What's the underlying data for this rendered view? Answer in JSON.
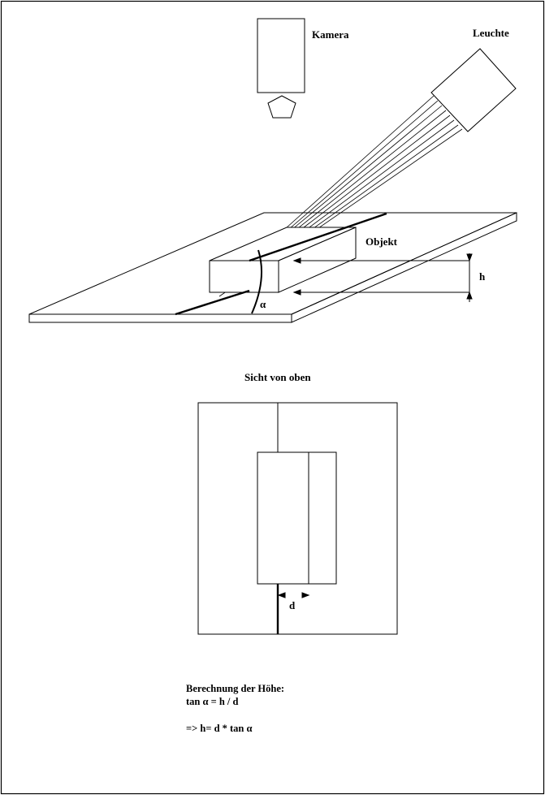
{
  "labels": {
    "kamera": "Kamera",
    "leuchte": "Leuchte",
    "objekt": "Objekt",
    "h": "h",
    "alpha": "α",
    "sicht_von_oben": "Sicht von oben",
    "d": "d"
  },
  "formula": {
    "title": "Berechnung der Höhe:",
    "line1": "tan α = h / d",
    "line2": "=> h= d * tan α"
  },
  "colors": {
    "line": "#000000",
    "background": "#ffffff"
  }
}
